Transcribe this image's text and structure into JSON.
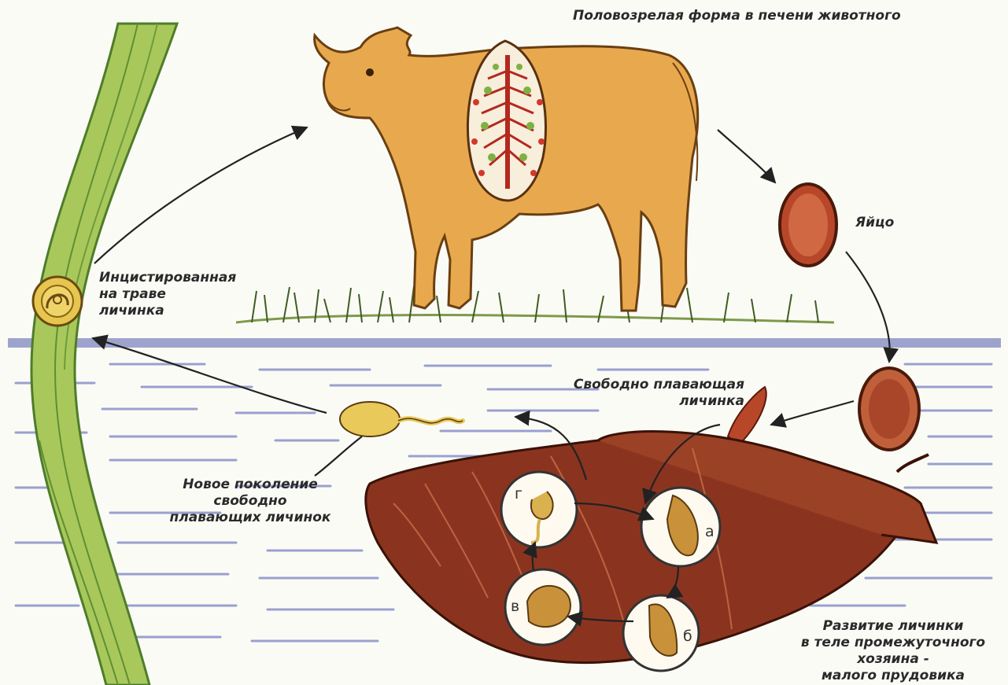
{
  "labels": {
    "adult_form": "Половозрелая форма в печени животного",
    "egg": "Яйцо",
    "encysted_larva": "Инцистированная\nна траве\nличинка",
    "free_swimming_larva": "Свободно плавающая\nличинка",
    "new_generation": "Новое поколение\nсвободно\nплавающих личинок",
    "development": "Развитие личинки\nв теле промежуточного\nхозяина -\nмалого прудовика"
  },
  "stage_letters": {
    "a": "а",
    "b": "б",
    "v": "в",
    "g": "г"
  },
  "colors": {
    "background": "#fbfbf6",
    "cow": "#e8a94e",
    "grass_blade": "#a8c95a",
    "water_line": "#7f86bf",
    "snail": "#8a3420",
    "egg": "#b8472a",
    "liver_fluke": "#c8352a"
  }
}
